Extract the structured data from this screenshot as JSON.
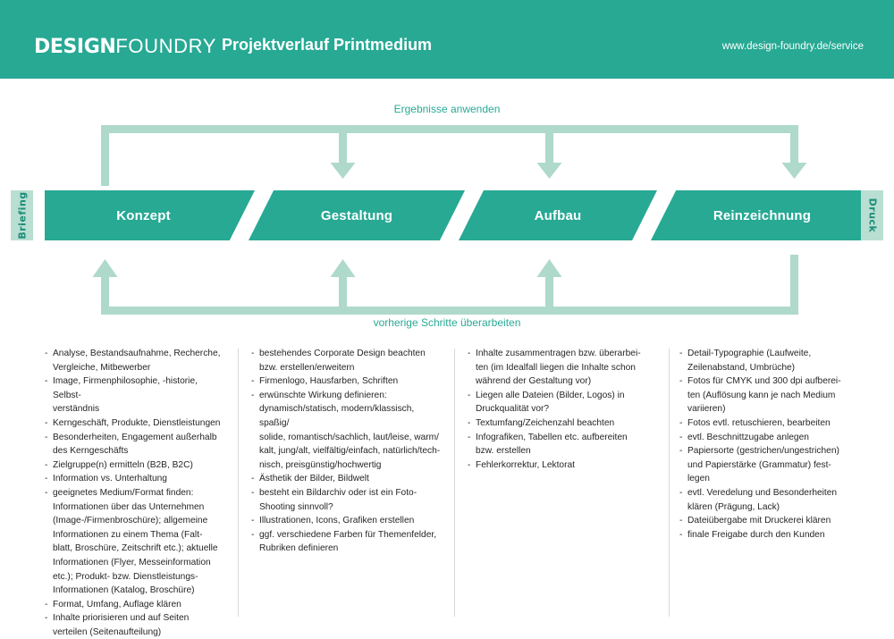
{
  "header": {
    "logo_bold": "DESIGN",
    "logo_light": "FOUNDRY",
    "title": "Projektverlauf Printmedium",
    "url": "www.design-foundry.de/service",
    "bg_color": "#27a994"
  },
  "flow": {
    "top_label": "Ergebnisse anwenden",
    "bottom_label": "vorherige Schritte überarbeiten",
    "arrow_color": "#aed9cb",
    "stage_color": "#27a994",
    "side_tab_color": "#b9ded2",
    "side_tab_text_color": "#1c8e79",
    "left_tab": "Briefing",
    "right_tab": "Druck",
    "stages": [
      {
        "label": "Konzept"
      },
      {
        "label": "Gestaltung"
      },
      {
        "label": "Aufbau"
      },
      {
        "label": "Reinzeichnung"
      }
    ]
  },
  "columns": [
    {
      "name": "konzept-column",
      "items": [
        "Analyse, Bestandsaufnahme, Recherche,\nVergleiche, Mitbewerber",
        "Image, Firmenphilosophie, -historie, Selbst-\nverständnis",
        "Kerngeschäft, Produkte, Dienstleistungen",
        "Besonderheiten, Engagement außerhalb\ndes Kerngeschäfts",
        "Zielgruppe(n) ermitteln (B2B, B2C)",
        "Information vs. Unterhaltung",
        "geeignetes Medium/Format finden:\nInformationen über das Unternehmen\n(Image-/Firmenbroschüre); allgemeine\nInformationen zu einem Thema (Falt-\nblatt, Broschüre, Zeitschrift etc.); aktuelle\nInformationen (Flyer, Messeinformation\netc.); Produkt- bzw. Dienstleistungs-\nInformationen (Katalog, Broschüre)",
        "Format, Umfang, Auflage klären",
        "Inhalte priorisieren und auf Seiten\nverteilen (Seitenaufteilung)"
      ]
    },
    {
      "name": "gestaltung-column",
      "items": [
        "bestehendes Corporate Design beachten\nbzw. erstellen/erweitern",
        "Firmenlogo, Hausfarben, Schriften",
        "erwünschte Wirkung definieren:\ndynamisch/statisch, modern/klassisch, spaßig/\nsolide, romantisch/sachlich, laut/leise, warm/\nkalt, jung/alt, vielfältig/einfach, natürlich/tech-\nnisch, preisgünstig/hochwertig",
        "Ästhetik der Bilder, Bildwelt",
        "besteht ein Bildarchiv oder ist ein Foto-\nShooting sinnvoll?",
        "Illustrationen, Icons, Grafiken erstellen",
        "ggf. verschiedene Farben für Themenfelder,\nRubriken definieren"
      ]
    },
    {
      "name": "aufbau-column",
      "items": [
        "Inhalte zusammentragen bzw. überarbei-\nten (im Idealfall liegen die Inhalte schon\nwährend der Gestaltung vor)",
        "Liegen alle Dateien (Bilder, Logos) in\nDruckqualität vor?",
        "Textumfang/Zeichenzahl beachten",
        "Infografiken, Tabellen etc. aufbereiten\nbzw. erstellen",
        "Fehlerkorrektur, Lektorat"
      ]
    },
    {
      "name": "reinzeichnung-column",
      "items": [
        "Detail-Typographie (Laufweite,\nZeilenabstand, Umbrüche)",
        "Fotos für CMYK und 300 dpi aufberei-\nten (Auflösung kann je nach Medium\nvariieren)",
        "Fotos evtl. retuschieren, bearbeiten",
        "evtl. Beschnittzugabe anlegen",
        "Papiersorte (gestrichen/ungestrichen)\nund Papierstärke (Grammatur) fest-\nlegen",
        "evtl. Veredelung und Besonderheiten\nklären (Prägung, Lack)",
        "Dateiübergabe mit Druckerei klären",
        "finale Freigabe durch den Kunden"
      ]
    }
  ]
}
